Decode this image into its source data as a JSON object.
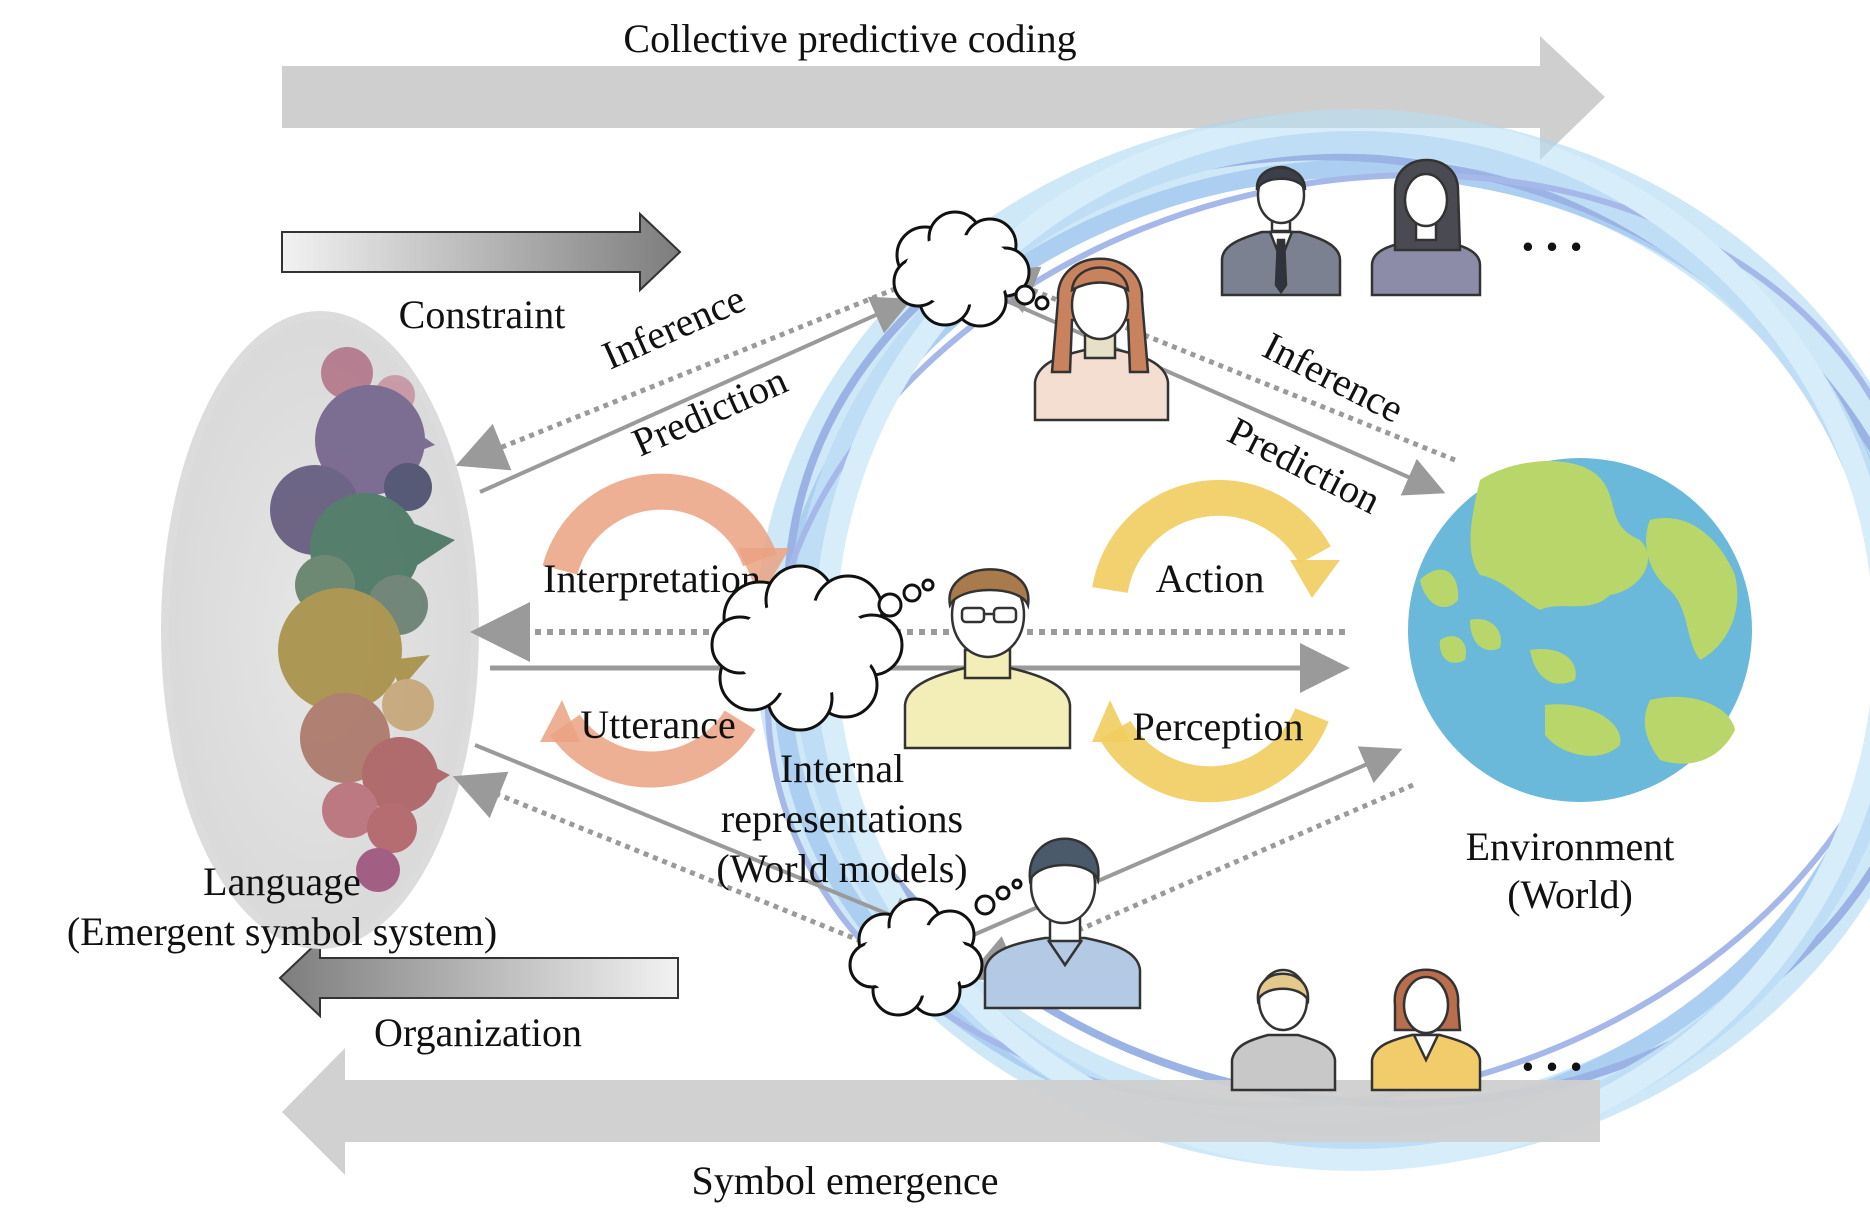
{
  "labels": {
    "top": "Collective predictive coding",
    "bottom": "Symbol emergence",
    "constraint": "Constraint",
    "organization": "Organization",
    "language_1": "Language",
    "language_2": "(Emergent symbol system)",
    "inference_left": "Inference",
    "prediction_left": "Prediction",
    "inference_right": "Inference",
    "prediction_right": "Prediction",
    "interpretation": "Interpretation",
    "utterance": "Utterance",
    "action": "Action",
    "perception": "Perception",
    "internal_1": "Internal",
    "internal_2": "representations",
    "internal_3": "(World models)",
    "environment_1": "Environment",
    "environment_2": "(World)",
    "ellipsis_top": "…",
    "ellipsis_bottom": "…"
  },
  "colors": {
    "big_arrow": "#c8c8c8",
    "ring": "#4a8fd6",
    "interpretation_cycle": "#e9a07a",
    "action_cycle": "#f1cf5c",
    "ocean": "#6ab8da",
    "land": "#b8d66a"
  }
}
